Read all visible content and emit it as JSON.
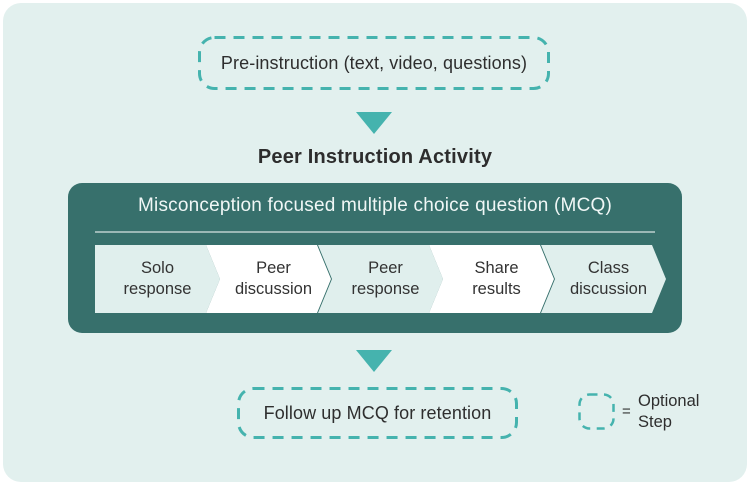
{
  "colors": {
    "page_background": "#ffffff",
    "panel_background": "#e2f0ee",
    "accent_teal": "#45b3ae",
    "dark_box": "#37706c",
    "chevron_mint": "#e0efed",
    "chevron_white": "#ffffff",
    "heading_text_light": "#f0f7f6",
    "body_text_dark": "#2e2e2e"
  },
  "pre_instruction": {
    "label": "Pre-instruction (text, video, questions)"
  },
  "title": "Peer Instruction Activity",
  "activity": {
    "heading": "Misconception focused multiple choice question (MCQ)",
    "steps": [
      {
        "label": "Solo\nresponse"
      },
      {
        "label": "Peer\ndiscussion"
      },
      {
        "label": "Peer\nresponse"
      },
      {
        "label": "Share\nresults"
      },
      {
        "label": "Class\ndiscussion"
      }
    ]
  },
  "follow_up": {
    "label": "Follow up MCQ for retention"
  },
  "legend": {
    "equals": "=",
    "label": "Optional\nStep"
  }
}
